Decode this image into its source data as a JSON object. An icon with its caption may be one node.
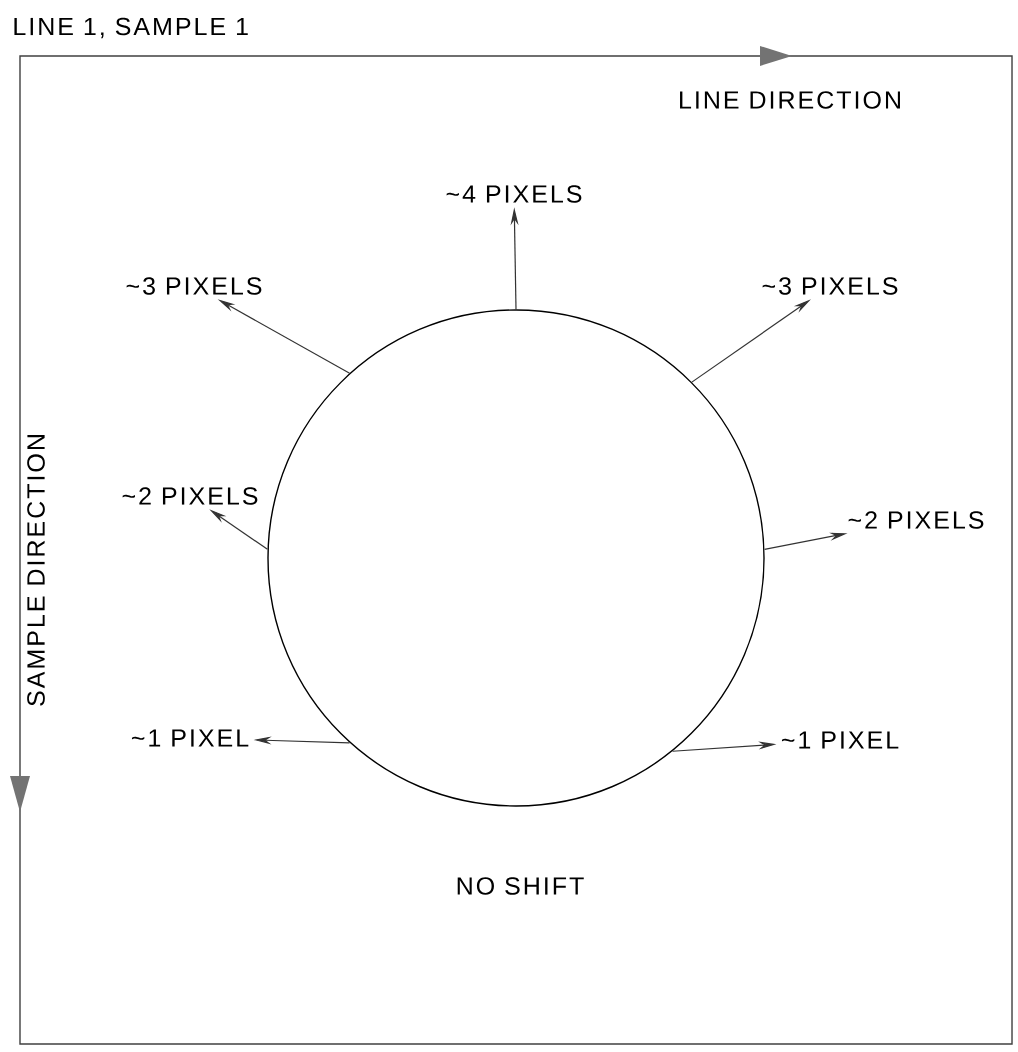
{
  "diagram": {
    "nodes": [
      {
        "text": [],
        "shape": "circle"
      },
      {
        "text": [
          "~4 PIXELS"
        ]
      },
      {
        "text": [
          "~3 PIXELS"
        ]
      },
      {
        "text": [
          "~3 PIXELS"
        ]
      },
      {
        "text": [
          "~2 PIXELS"
        ]
      },
      {
        "text": [
          "~2 PIXELS"
        ]
      },
      {
        "text": [
          "~1 PIXEL"
        ]
      },
      {
        "text": [
          "~1 PIXEL"
        ]
      }
    ],
    "edges": [
      {
        "from": 0,
        "to": 1,
        "arrow": "to"
      },
      {
        "from": 0,
        "to": 2,
        "arrow": "to"
      },
      {
        "from": 0,
        "to": 3,
        "arrow": "to"
      },
      {
        "from": 0,
        "to": 4,
        "arrow": "to"
      },
      {
        "from": 0,
        "to": 5,
        "arrow": "to"
      },
      {
        "from": 0,
        "to": 6,
        "arrow": "to"
      },
      {
        "from": 0,
        "to": 7,
        "arrow": "to"
      }
    ],
    "labels": [
      "LINE 1, SAMPLE 1",
      "LINE DIRECTION",
      "SAMPLE DIRECTION",
      "NO SHIFT"
    ]
  }
}
